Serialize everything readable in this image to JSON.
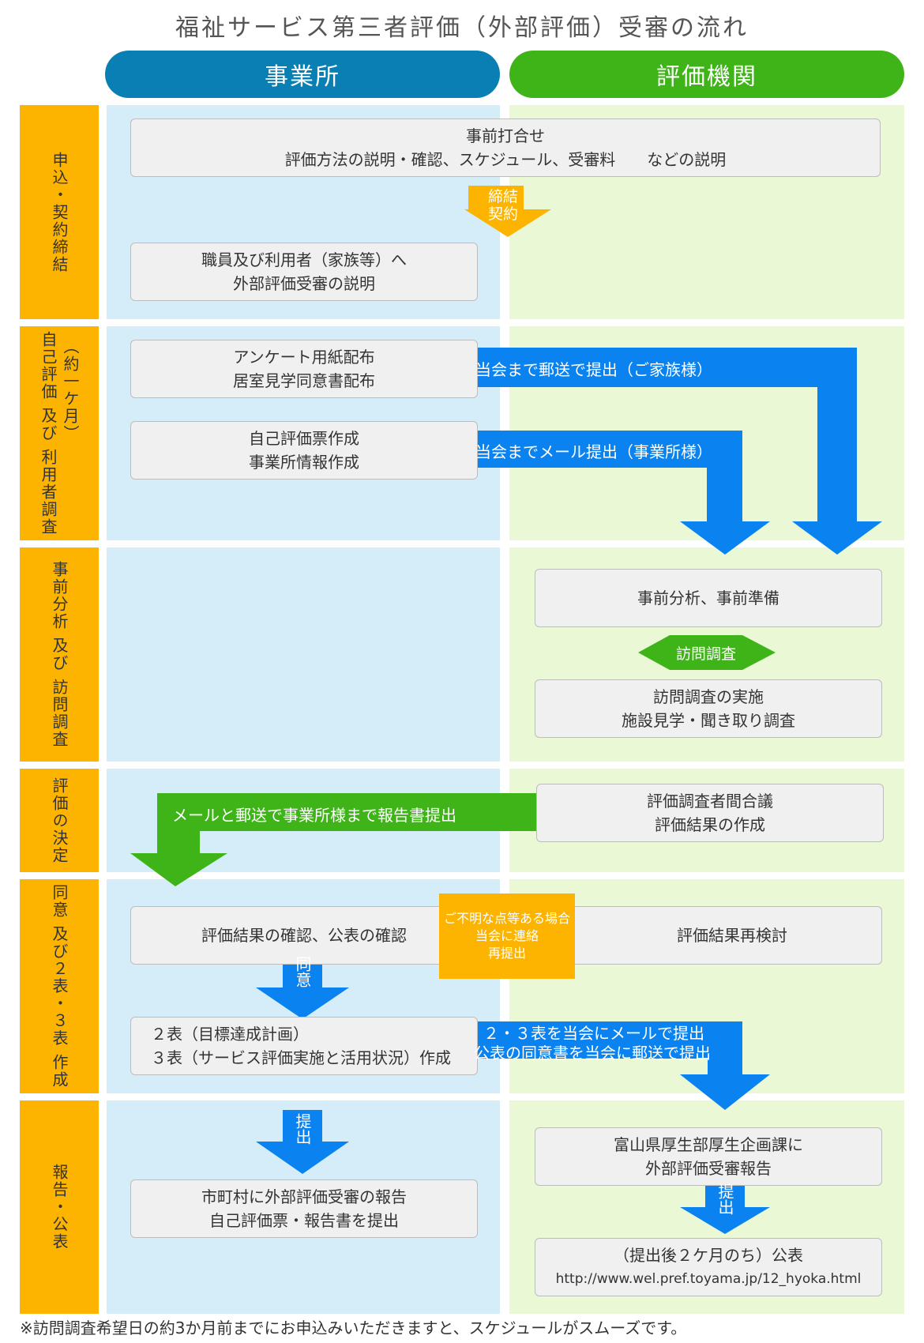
{
  "title": "福祉サービス第三者評価（外部評価）受審の流れ",
  "columns": {
    "left": "事業所",
    "right": "評価機関"
  },
  "phases": [
    "申込・契約締結",
    "自己評価 及び 利用者調査",
    "（約一ケ月）",
    "事前分析 及び 訪問調査",
    "評価の決定",
    "同意 及び２表・３表 作成",
    "報告・公表"
  ],
  "boxes": {
    "pre_meeting": [
      "事前打合せ",
      "評価方法の説明・確認、スケジュール、受審料　　などの説明"
    ],
    "staff_explain": [
      "職員及び利用者（家族等）へ",
      "外部評価受審の説明"
    ],
    "survey": [
      "アンケート用紙配布",
      "居室見学同意書配布"
    ],
    "self_eval": [
      "自己評価票作成",
      "事業所情報作成"
    ],
    "pre_analysis": [
      "事前分析、事前準備"
    ],
    "visit": [
      "訪問調査の実施",
      "施設見学・聞き取り調査"
    ],
    "deliberation": [
      "評価調査者間合議",
      "評価結果の作成"
    ],
    "confirm": [
      "評価結果の確認、公表の確認"
    ],
    "recheck": [
      "評価結果再検討"
    ],
    "tables": [
      "２表（目標達成計画）",
      "３表（サービス評価実施と活用状況）作成"
    ],
    "pref_report": [
      "富山県厚生部厚生企画課に",
      "外部評価受審報告"
    ],
    "municipal": [
      "市町村に外部評価受審の報告",
      "自己評価票・報告書を提出"
    ],
    "publish": [
      "（提出後２ケ月のち）公表",
      "http://www.wel.pref.toyama.jp/12_hyoka.html"
    ]
  },
  "arrows": {
    "contract": "締結",
    "contract2": "契約",
    "mail_family": "当会まで郵送で提出（ご家族様）",
    "mail_office": "当会までメール提出（事業所様）",
    "visit_survey": "訪問調査",
    "report_send": "メールと郵送で事業所様まで報告書提出",
    "agree": "同意",
    "unclear": [
      "ご不明な点等ある場合",
      "当会に連絡",
      "再提出"
    ],
    "submit_tables": [
      "２・３表を当会にメールで提出",
      "公表の同意書を当会に郵送で提出"
    ],
    "submit_left": "提出",
    "submit_right": "提出"
  },
  "note": "※訪問調査希望日の約3か月前までにお申込みいただきますと、スケジュールがスムーズです。",
  "colors": {
    "blue": "#0a82f0",
    "green": "#3fb419",
    "orange": "#fcb400",
    "left_bg": "#d5edf8",
    "right_bg": "#eaf8d5"
  }
}
